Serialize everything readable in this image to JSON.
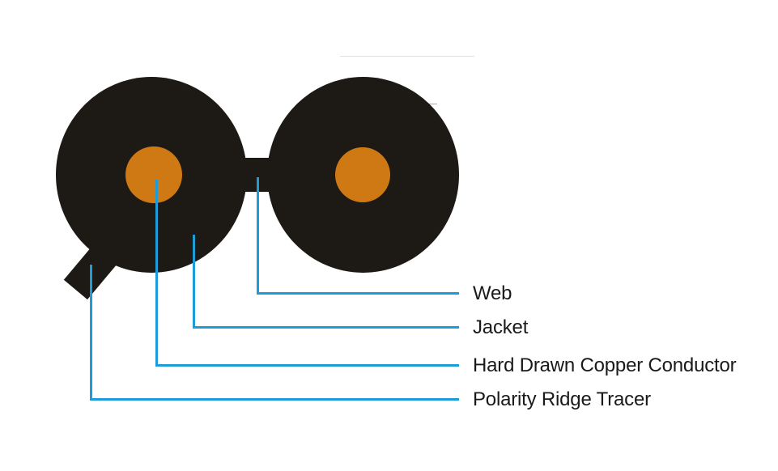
{
  "diagram": {
    "subject": "figure-8 cable cross-section",
    "callouts": [
      {
        "id": "web",
        "label": "Web"
      },
      {
        "id": "jacket",
        "label": "Jacket"
      },
      {
        "id": "conductor",
        "label": "Hard Drawn Copper Conductor"
      },
      {
        "id": "polarity",
        "label": "Polarity Ridge Tracer"
      }
    ]
  },
  "colors": {
    "jacket": "#1d1a16",
    "conductor": "#ce7914",
    "leader_line": "#1e9cd9",
    "label_text": "#1a1a1a",
    "background": "#ffffff"
  }
}
